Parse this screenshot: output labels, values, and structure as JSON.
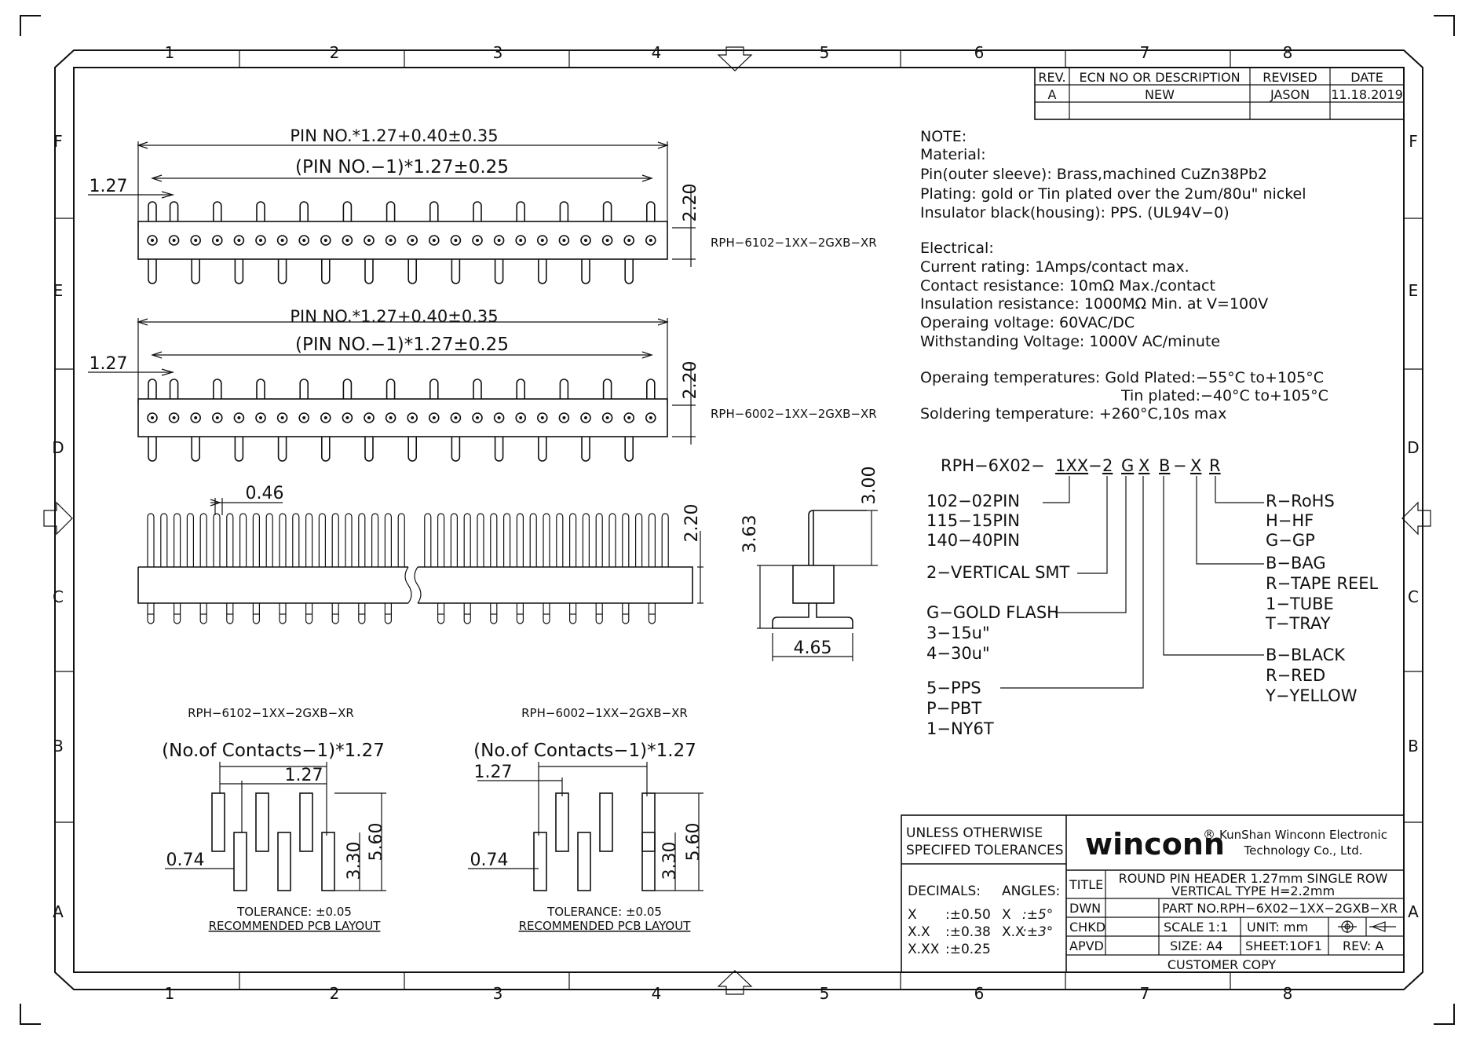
{
  "frame": {
    "columns": [
      "1",
      "2",
      "3",
      "4",
      "5",
      "6",
      "7",
      "8"
    ],
    "rows": [
      "F",
      "E",
      "D",
      "C",
      "B",
      "A"
    ]
  },
  "revision": {
    "headers": [
      "REV.",
      "ECN NO OR DESCRIPTION",
      "REVISED",
      "DATE"
    ],
    "row": [
      "A",
      "NEW",
      "JASON",
      "11.18.2019"
    ]
  },
  "views": {
    "top_dim_overall": "PIN NO.*1.27+0.40±0.35",
    "top_dim_pitch": "(PIN NO.−1)*1.27±0.25",
    "dim_127": "1.27",
    "dim_220": "2.20",
    "label_6102": "RPH−6102−1XX−2GXB−XR",
    "label_6002": "RPH−6002−1XX−2GXB−XR",
    "dim_046": "0.46",
    "dim_300": "3.00",
    "dim_363": "3.63",
    "dim_465": "4.65"
  },
  "pcb": {
    "left_title": "RPH−6102−1XX−2GXB−XR",
    "right_title": "RPH−6002−1XX−2GXB−XR",
    "contacts": "(No.of Contacts−1)*1.27",
    "dim_127": "1.27",
    "dim_074": "0.74",
    "dim_330": "3.30",
    "dim_560": "5.60",
    "tolerance": "TOLERANCE: ±0.05",
    "recommended": "RECOMMENDED PCB LAYOUT"
  },
  "notes": {
    "heading": "NOTE:",
    "material": "Material:",
    "pin": "Pin(outer sleeve): Brass,machined CuZn38Pb2",
    "plating": "Plating: gold or Tin plated over the 2um/80u\" nickel",
    "insulator": "Insulator black(housing): PPS. (UL94V−0)",
    "electrical": "Electrical:",
    "current": "Current rating: 1Amps/contact max.",
    "contact_res": "Contact resistance: 10mΩ Max./contact",
    "insulation": "Insulation resistance: 1000MΩ Min. at V=100V",
    "voltage": "Operaing voltage: 60VAC/DC",
    "withstanding": "Withstanding Voltage: 1000V AC/minute",
    "temp1": "Operaing temperatures: Gold Plated:−55°C to+105°C",
    "temp2": "Tin plated:−40°C to+105°C",
    "solder": "Soldering temperature: +260°C,10s max"
  },
  "part_code": {
    "p1": "RPH−6X02−",
    "p2": "1XX",
    "p3": "−",
    "p4": "2",
    "p5": "G",
    "p6": "X",
    "p7": "B",
    "p8": "−",
    "p9": "X",
    "p10": "R",
    "pins": [
      "102−02PIN",
      "115−15PIN",
      "140−40PIN"
    ],
    "mount": "2−VERTICAL SMT",
    "plating": [
      "G−GOLD FLASH",
      "3−15u\"",
      "4−30u\""
    ],
    "material": [
      "5−PPS",
      "P−PBT",
      "1−NY6T"
    ],
    "rohs": [
      "R−RoHS",
      "H−HF",
      "G−GP"
    ],
    "package": [
      "B−BAG",
      "R−TAPE REEL",
      "1−TUBE",
      "T−TRAY"
    ],
    "color": [
      "B−BLACK",
      "R−RED",
      "Y−YELLOW"
    ]
  },
  "title_block": {
    "tol_heading": [
      "UNLESS OTHERWISE",
      "SPECIFED TOLERANCES"
    ],
    "decimals": "DECIMALS:",
    "angles": "ANGLES:",
    "tol_rows": [
      [
        "X",
        ":±0.50",
        "X",
        ":±5°"
      ],
      [
        "X.X",
        ":±0.38",
        "X.X",
        ":±3°"
      ],
      [
        "X.XX",
        ":±0.25",
        "",
        ""
      ]
    ],
    "logo": "winconn",
    "registered": "®",
    "company": [
      "KunShan Winconn Electronic",
      "Technology Co., Ltd."
    ],
    "title_label": "TITLE",
    "title": [
      "ROUND PIN HEADER 1.27mm SINGLE ROW",
      "VERTICAL TYPE H=2.2mm"
    ],
    "dwn": "DWN",
    "chkd": "CHKD",
    "apvd": "APVD",
    "part_no": "PART NO.RPH−6X02−1XX−2GXB−XR",
    "scale": "SCALE 1:1",
    "unit": "UNIT: mm",
    "size": "SIZE: A4",
    "sheet": "SHEET:1OF1",
    "rev": "REV: A",
    "customer": "CUSTOMER COPY"
  }
}
